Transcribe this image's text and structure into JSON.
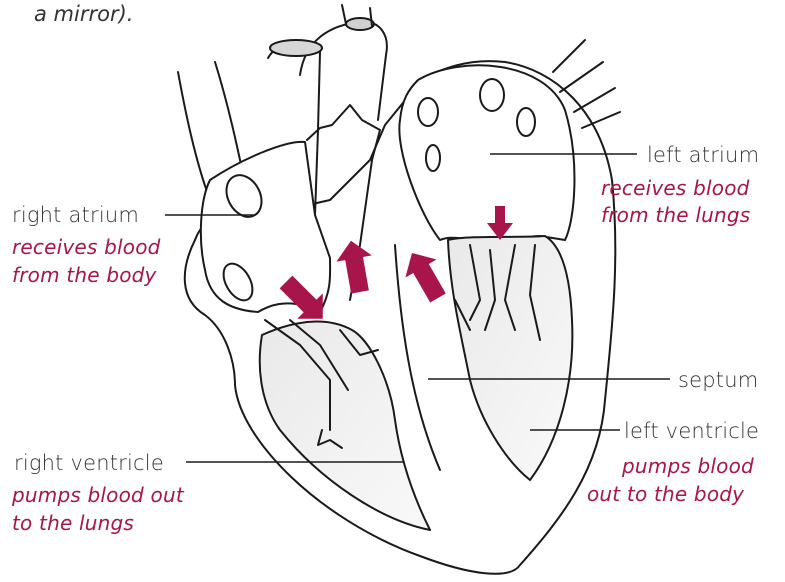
{
  "caption_fragment": "a mirror).",
  "colors": {
    "accent": "#a8154a",
    "ink": "#1a1a1a",
    "text": "#333333"
  },
  "labels": {
    "left_atrium": {
      "name": "left atrium",
      "note_line1": "receives blood",
      "note_line2": "from the lungs"
    },
    "right_atrium": {
      "name": "right atrium",
      "note_line1": "receives blood",
      "note_line2": "from the body"
    },
    "septum": {
      "name": "septum"
    },
    "left_ventricle": {
      "name": "left ventricle",
      "note_line1": "pumps blood",
      "note_line2": "out  to the body"
    },
    "right_ventricle": {
      "name": "right ventricle",
      "note_line1": "pumps blood out",
      "note_line2": "to the lungs"
    }
  }
}
